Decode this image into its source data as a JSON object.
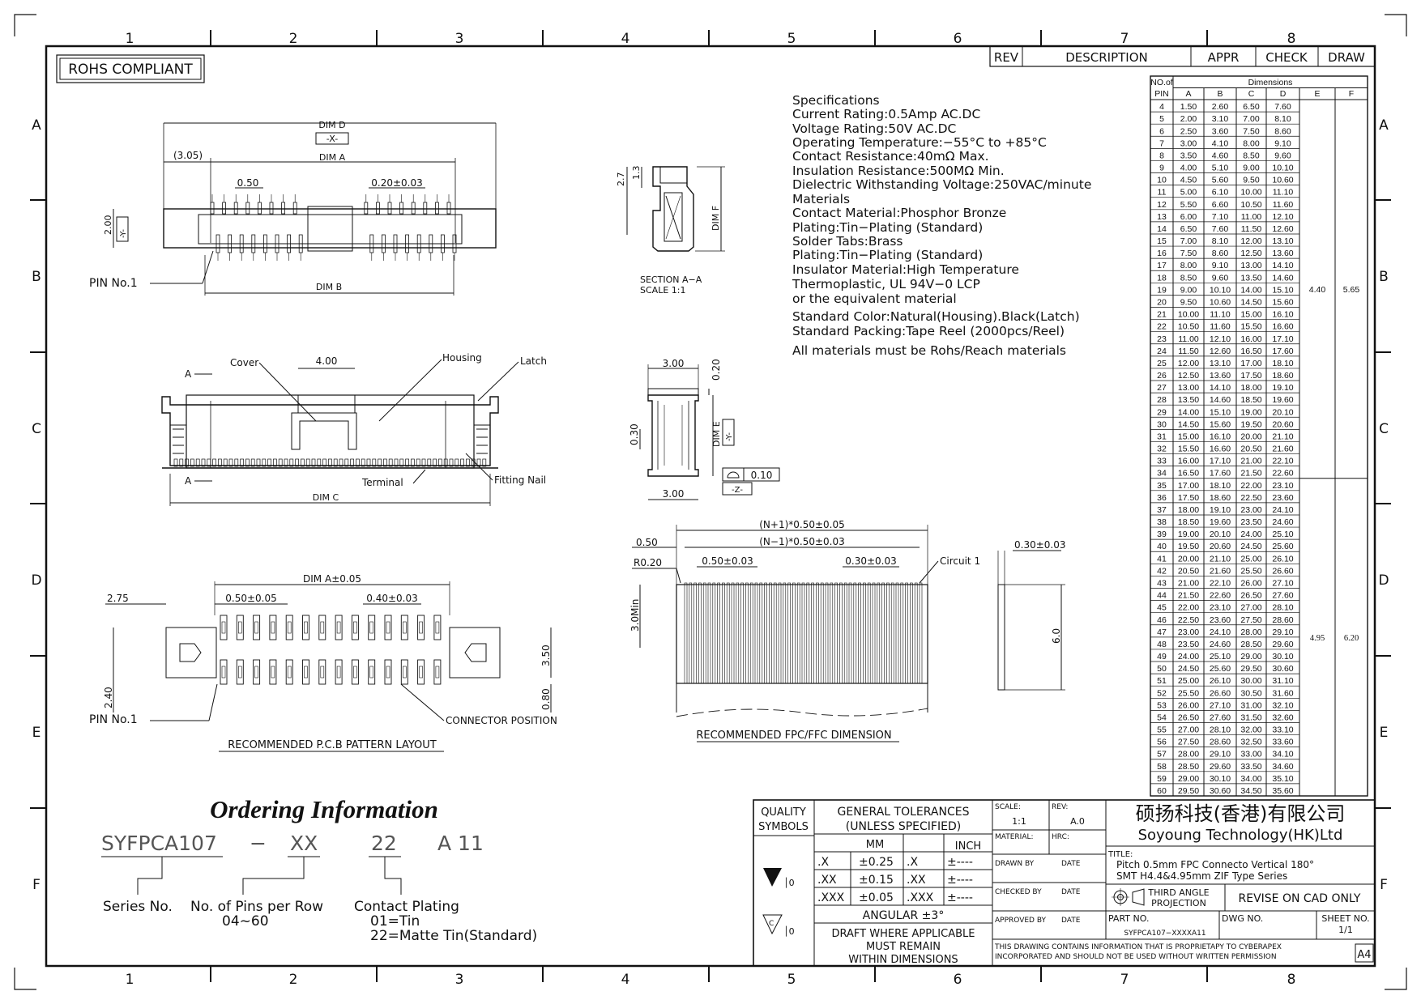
{
  "frame": {
    "col_numbers": [
      "1",
      "2",
      "3",
      "4",
      "5",
      "6",
      "7",
      "8"
    ],
    "row_letters": [
      "A",
      "B",
      "C",
      "D",
      "E",
      "F"
    ]
  },
  "rohs": "ROHS COMPLIANT",
  "revision_header": {
    "rev": "REV",
    "description": "DESCRIPTION",
    "appr": "APPR",
    "check": "CHECK",
    "draw": "DRAW"
  },
  "specs": [
    "Specifications",
    "Current Rating:0.5Amp AC.DC",
    "Voltage Rating:50V AC.DC",
    "Operating Temperature:−55°C to +85°C",
    "Contact Resistance:40mΩ Max.",
    "Insulation Resistance:500MΩ Min.",
    "Dielectric Withstanding Voltage:250VAC/minute",
    "Materials",
    "Contact Material:Phosphor Bronze",
    "Plating:Tin−Plating (Standard)",
    "Solder Tabs:Brass",
    "Plating:Tin−Plating (Standard)",
    "Insulator Material:High Temperature",
    "Thermoplastic, UL 94V−0 LCP",
    "or the equivalent material",
    "Standard Color:Natural(Housing).Black(Latch)",
    "Standard Packing:Tape Reel (2000pcs/Reel)",
    "All materials must be Rohs/Reach materials"
  ],
  "dim_table": {
    "head1": "NO.of",
    "head_pin": "PIN",
    "head_dims": "Dimensions",
    "cols": [
      "A",
      "B",
      "C",
      "D",
      "E",
      "F"
    ],
    "rows": [
      [
        "4",
        "1.50",
        "2.60",
        "6.50",
        "7.60"
      ],
      [
        "5",
        "2.00",
        "3.10",
        "7.00",
        "8.10"
      ],
      [
        "6",
        "2.50",
        "3.60",
        "7.50",
        "8.60"
      ],
      [
        "7",
        "3.00",
        "4.10",
        "8.00",
        "9.10"
      ],
      [
        "8",
        "3.50",
        "4.60",
        "8.50",
        "9.60"
      ],
      [
        "9",
        "4.00",
        "5.10",
        "9.00",
        "10.10"
      ],
      [
        "10",
        "4.50",
        "5.60",
        "9.50",
        "10.60"
      ],
      [
        "11",
        "5.00",
        "6.10",
        "10.00",
        "11.10"
      ],
      [
        "12",
        "5.50",
        "6.60",
        "10.50",
        "11.60"
      ],
      [
        "13",
        "6.00",
        "7.10",
        "11.00",
        "12.10"
      ],
      [
        "14",
        "6.50",
        "7.60",
        "11.50",
        "12.60"
      ],
      [
        "15",
        "7.00",
        "8.10",
        "12.00",
        "13.10"
      ],
      [
        "16",
        "7.50",
        "8.60",
        "12.50",
        "13.60"
      ],
      [
        "17",
        "8.00",
        "9.10",
        "13.00",
        "14.10"
      ],
      [
        "18",
        "8.50",
        "9.60",
        "13.50",
        "14.60"
      ],
      [
        "19",
        "9.00",
        "10.10",
        "14.00",
        "15.10"
      ],
      [
        "20",
        "9.50",
        "10.60",
        "14.50",
        "15.60"
      ],
      [
        "21",
        "10.00",
        "11.10",
        "15.00",
        "16.10"
      ],
      [
        "22",
        "10.50",
        "11.60",
        "15.50",
        "16.60"
      ],
      [
        "23",
        "11.00",
        "12.10",
        "16.00",
        "17.10"
      ],
      [
        "24",
        "11.50",
        "12.60",
        "16.50",
        "17.60"
      ],
      [
        "25",
        "12.00",
        "13.10",
        "17.00",
        "18.10"
      ],
      [
        "26",
        "12.50",
        "13.60",
        "17.50",
        "18.60"
      ],
      [
        "27",
        "13.00",
        "14.10",
        "18.00",
        "19.10"
      ],
      [
        "28",
        "13.50",
        "14.60",
        "18.50",
        "19.60"
      ],
      [
        "29",
        "14.00",
        "15.10",
        "19.00",
        "20.10"
      ],
      [
        "30",
        "14.50",
        "15.60",
        "19.50",
        "20.60"
      ],
      [
        "31",
        "15.00",
        "16.10",
        "20.00",
        "21.10"
      ],
      [
        "32",
        "15.50",
        "16.60",
        "20.50",
        "21.60"
      ],
      [
        "33",
        "16.00",
        "17.10",
        "21.00",
        "22.10"
      ],
      [
        "34",
        "16.50",
        "17.60",
        "21.50",
        "22.60"
      ],
      [
        "35",
        "17.00",
        "18.10",
        "22.00",
        "23.10"
      ],
      [
        "36",
        "17.50",
        "18.60",
        "22.50",
        "23.60"
      ],
      [
        "37",
        "18.00",
        "19.10",
        "23.00",
        "24.10"
      ],
      [
        "38",
        "18.50",
        "19.60",
        "23.50",
        "24.60"
      ],
      [
        "39",
        "19.00",
        "20.10",
        "24.00",
        "25.10"
      ],
      [
        "40",
        "19.50",
        "20.60",
        "24.50",
        "25.60"
      ],
      [
        "41",
        "20.00",
        "21.10",
        "25.00",
        "26.10"
      ],
      [
        "42",
        "20.50",
        "21.60",
        "25.50",
        "26.60"
      ],
      [
        "43",
        "21.00",
        "22.10",
        "26.00",
        "27.10"
      ],
      [
        "44",
        "21.50",
        "22.60",
        "26.50",
        "27.60"
      ],
      [
        "45",
        "22.00",
        "23.10",
        "27.00",
        "28.10"
      ],
      [
        "46",
        "22.50",
        "23.60",
        "27.50",
        "28.60"
      ],
      [
        "47",
        "23.00",
        "24.10",
        "28.00",
        "29.10"
      ],
      [
        "48",
        "23.50",
        "24.60",
        "28.50",
        "29.60"
      ],
      [
        "49",
        "24.00",
        "25.10",
        "29.00",
        "30.10"
      ],
      [
        "50",
        "24.50",
        "25.60",
        "29.50",
        "30.60"
      ],
      [
        "51",
        "25.00",
        "26.10",
        "30.00",
        "31.10"
      ],
      [
        "52",
        "25.50",
        "26.60",
        "30.50",
        "31.60"
      ],
      [
        "53",
        "26.00",
        "27.10",
        "31.00",
        "32.10"
      ],
      [
        "54",
        "26.50",
        "27.60",
        "31.50",
        "32.60"
      ],
      [
        "55",
        "27.00",
        "28.10",
        "32.00",
        "33.10"
      ],
      [
        "56",
        "27.50",
        "28.60",
        "32.50",
        "33.60"
      ],
      [
        "57",
        "28.00",
        "29.10",
        "33.00",
        "34.10"
      ],
      [
        "58",
        "28.50",
        "29.60",
        "33.50",
        "34.60"
      ],
      [
        "59",
        "29.00",
        "30.10",
        "34.00",
        "35.10"
      ],
      [
        "60",
        "29.50",
        "30.60",
        "34.50",
        "35.60"
      ]
    ],
    "ef_group1": {
      "e": "4.40",
      "f": "5.65"
    },
    "ef_group2": {
      "e": "4.95",
      "f": "6.20"
    }
  },
  "top_view": {
    "dim_d": "DIM D",
    "x_tag": "-X-",
    "dim_a": "DIM A",
    "ref305": "(3.05)",
    "p050": "0.50",
    "p020": "0.20±0.03",
    "h200": "2.00",
    "y_tag": "-Y-",
    "pin1": "PIN No.1",
    "dim_b": "DIM B"
  },
  "section": {
    "d27": "2.7",
    "d13": "1.3",
    "dim_f": "DIM F",
    "label1": "SECTION A−A",
    "label2": "SCALE    1:1"
  },
  "front_view": {
    "cover": "Cover",
    "w400": "4.00",
    "housing": "Housing",
    "latch": "Latch",
    "a_top": "A",
    "a_bot": "A",
    "terminal": "Terminal",
    "fitting": "Fitting Nail",
    "dim_c": "DIM C"
  },
  "side_view": {
    "w300a": "3.00",
    "d020": "0.20",
    "d030": "0.30",
    "dim_e": "DIM E",
    "y_tag": "-Y-",
    "flat": "0.10",
    "z_tag": "-Z-",
    "w300b": "3.00"
  },
  "fpc": {
    "n1": "(N+1)*0.50±0.05",
    "n2": "(N−1)*0.50±0.03",
    "p050": "0.50",
    "r020": "R0.20",
    "p050b": "0.50±0.03",
    "p030": "0.30±0.03",
    "circuit": "Circuit 1",
    "t030": "0.30±0.03",
    "min30": "3.0Min",
    "h60": "6.0",
    "title": "RECOMMENDED FPC/FFC DIMENSION"
  },
  "pcb": {
    "dim_a": "DIM A±0.05",
    "d275": "2.75",
    "p050": "0.50±0.05",
    "p040": "0.40±0.03",
    "d350": "3.50",
    "d240": "2.40",
    "d080": "0.80",
    "pin1": "PIN No.1",
    "conn": "CONNECTOR POSITION",
    "title": "RECOMMENDED P.C.B PATTERN LAYOUT"
  },
  "ordering": {
    "title": "Ordering Information",
    "code": [
      "SYFPCA107",
      "−",
      "XX",
      "22",
      "A 11"
    ],
    "series": "Series No.",
    "pins": "No. of Pins per Row",
    "pins_range": "04~60",
    "plating": "Contact Plating",
    "p01": "01=Tin",
    "p22": "22=Matte Tin(Standard)"
  },
  "title_block": {
    "quality": "QUALITY",
    "symbols": "SYMBOLS",
    "gen_tol": "GENERAL TOLERANCES",
    "unless": "(UNLESS SPECIFIED)",
    "mm": "MM",
    "inch": "INCH",
    "tol_rows": [
      [
        ".X",
        "±0.25",
        ".X",
        "±----"
      ],
      [
        ".XX",
        "±0.15",
        ".XX",
        "±----"
      ],
      [
        ".XXX",
        "±0.05",
        ".XXX",
        "±----"
      ]
    ],
    "angular": "ANGULAR ±3°",
    "draft1": "DRAFT WHERE APPLICABLE",
    "draft2": "MUST REMAIN",
    "draft3": "WITHIN DIMENSIONS",
    "sym_val": "│0",
    "scale_l": "SCALE:",
    "scale_v": "1:1",
    "rev_l": "REV:",
    "rev_v": "A.0",
    "material": "MATERIAL:",
    "hrc": "HRC:",
    "drawn": "DRAWN BY",
    "checked": "CHECKED BY",
    "approved": "APPROVED BY",
    "date": "DATE",
    "company_cn": "硕扬科技(香港)有限公司",
    "company_en": "Soyoung Technology(HK)Ltd",
    "title_l": "TITLE:",
    "title1": "Pitch 0.5mm FPC Connecto Vertical 180°",
    "title2": "SMT H4.4&4.95mm ZIF Type Series",
    "third1": "THIRD ANGLE",
    "third2": "PROJECTION",
    "revise": "REVISE ON CAD ONLY",
    "part_l": "PART NO.",
    "part_v": "SYFPCA107−XXXXA11",
    "dwg": "DWG NO.",
    "sheet_l": "SHEET NO.",
    "sheet_v": "1/1",
    "notice1": "THIS DRAWING CONTAINS INFORMATION THAT IS PROPRIETAPY TO CYBERAPEX",
    "notice2": "INCORPORATED AND SHOULD NOT BE USED WITHOUT WRITTEN PERMISSION",
    "size": "A4"
  }
}
